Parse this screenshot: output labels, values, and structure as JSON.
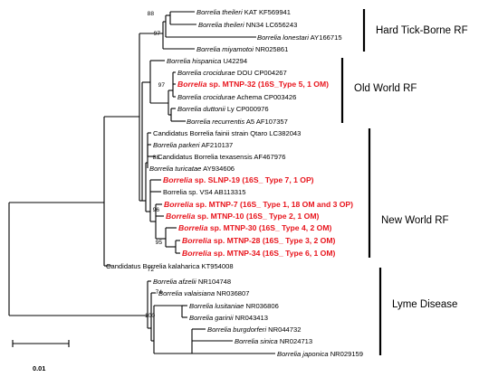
{
  "tips": [
    {
      "id": "t1",
      "genus": "Borrelia",
      "species": "theileri",
      "rest": " KAT KF569941"
    },
    {
      "id": "t2",
      "genus": "Borrelia",
      "species": "theileri",
      "rest": " NN34 LC656243"
    },
    {
      "id": "t3",
      "genus": "Borrelia",
      "species": "lonestari",
      "rest": " AY166715"
    },
    {
      "id": "t4",
      "genus": "Borrelia",
      "species": "miyamotoi",
      "rest": " NR025861"
    },
    {
      "id": "t5",
      "genus": "Borrelia",
      "species": "hispanica",
      "rest": " U42294"
    },
    {
      "id": "t6",
      "genus": "Borrelia",
      "species": "crocidurae",
      "rest": " DOU CP004267"
    },
    {
      "id": "t7",
      "genus": "Borrelia",
      "species": "sp.",
      "rest": " MTNP-32 (16S_Type 5, 1 OM)",
      "highlight": true
    },
    {
      "id": "t8",
      "genus": "Borrelia",
      "species": "crocidurae",
      "rest": " Achema CP003426"
    },
    {
      "id": "t9",
      "genus": "Borrelia",
      "species": "duttonii",
      "rest": " Ly CP000976"
    },
    {
      "id": "t10",
      "genus": "Borrelia",
      "species": "recurrentis",
      "rest": " A5 AF107357"
    },
    {
      "id": "t11",
      "plain": "Candidatus Borrelia fainii strain Qtaro LC382043"
    },
    {
      "id": "t12",
      "genus": "Borrelia",
      "species": "parkeri",
      "rest": " AF210137"
    },
    {
      "id": "t13",
      "plain": "Candidatus Borrelia texasensis AF467976"
    },
    {
      "id": "t14",
      "genus": "Borrelia",
      "species": "turicatae",
      "rest": " AY934606"
    },
    {
      "id": "t15",
      "genus": "Borrelia",
      "species": "sp.",
      "rest": " SLNP-19 (16S_ Type 7, 1 OP)",
      "highlight": true
    },
    {
      "id": "t16",
      "plain": "Borrelia sp. VS4 AB113315"
    },
    {
      "id": "t17",
      "genus": "Borrelia",
      "species": "sp.",
      "rest": " MTNP-7 (16S_ Type 1, 18 OM and 3 OP)",
      "highlight": true
    },
    {
      "id": "t18",
      "genus": "Borrelia",
      "species": "sp.",
      "rest": " MTNP-10 (16S_ Type 2, 1 OM)",
      "highlight": true
    },
    {
      "id": "t19",
      "genus": "Borrelia",
      "species": "sp.",
      "rest": " MTNP-30 (16S_ Type 4, 2 OM)",
      "highlight": true
    },
    {
      "id": "t20",
      "genus": "Borrelia",
      "species": "sp.",
      "rest": " MTNP-28 (16S_ Type 3, 2 OM)",
      "highlight": true
    },
    {
      "id": "t21",
      "genus": "Borrelia",
      "species": "sp.",
      "rest": " MTNP-34 (16S_ Type 6, 1 OM)",
      "highlight": true
    },
    {
      "id": "t22",
      "plain": "Candidatus Borrelia kalaharica KT954008"
    },
    {
      "id": "t23",
      "genus": "Borrelia",
      "species": "afzelii",
      "rest": " NR104748"
    },
    {
      "id": "t24",
      "genus": "Borrelia",
      "species": "valaisiana",
      "rest": " NR036807"
    },
    {
      "id": "t25",
      "genus": "Borrelia",
      "species": "lusitaniae",
      "rest": " NR036806"
    },
    {
      "id": "t26",
      "genus": "Borrelia",
      "species": "garinii",
      "rest": " NR043413"
    },
    {
      "id": "t27",
      "genus": "Borrelia",
      "species": "burgdorferi",
      "rest": " NR044732"
    },
    {
      "id": "t28",
      "genus": "Borrelia",
      "species": "sinica",
      "rest": " NR024713"
    },
    {
      "id": "t29",
      "genus": "Borrelia",
      "species": "japonica",
      "rest": " NR029159"
    }
  ],
  "bootstraps": [
    "88",
    "97",
    "97",
    "88",
    "96",
    "95",
    "72",
    "100",
    "74"
  ],
  "groups": [
    "Hard Tick-Borne RF",
    "Old World RF",
    "New World RF",
    "Lyme Disease"
  ],
  "scale_bar": {
    "label": "0.01",
    "value": 0.01
  }
}
